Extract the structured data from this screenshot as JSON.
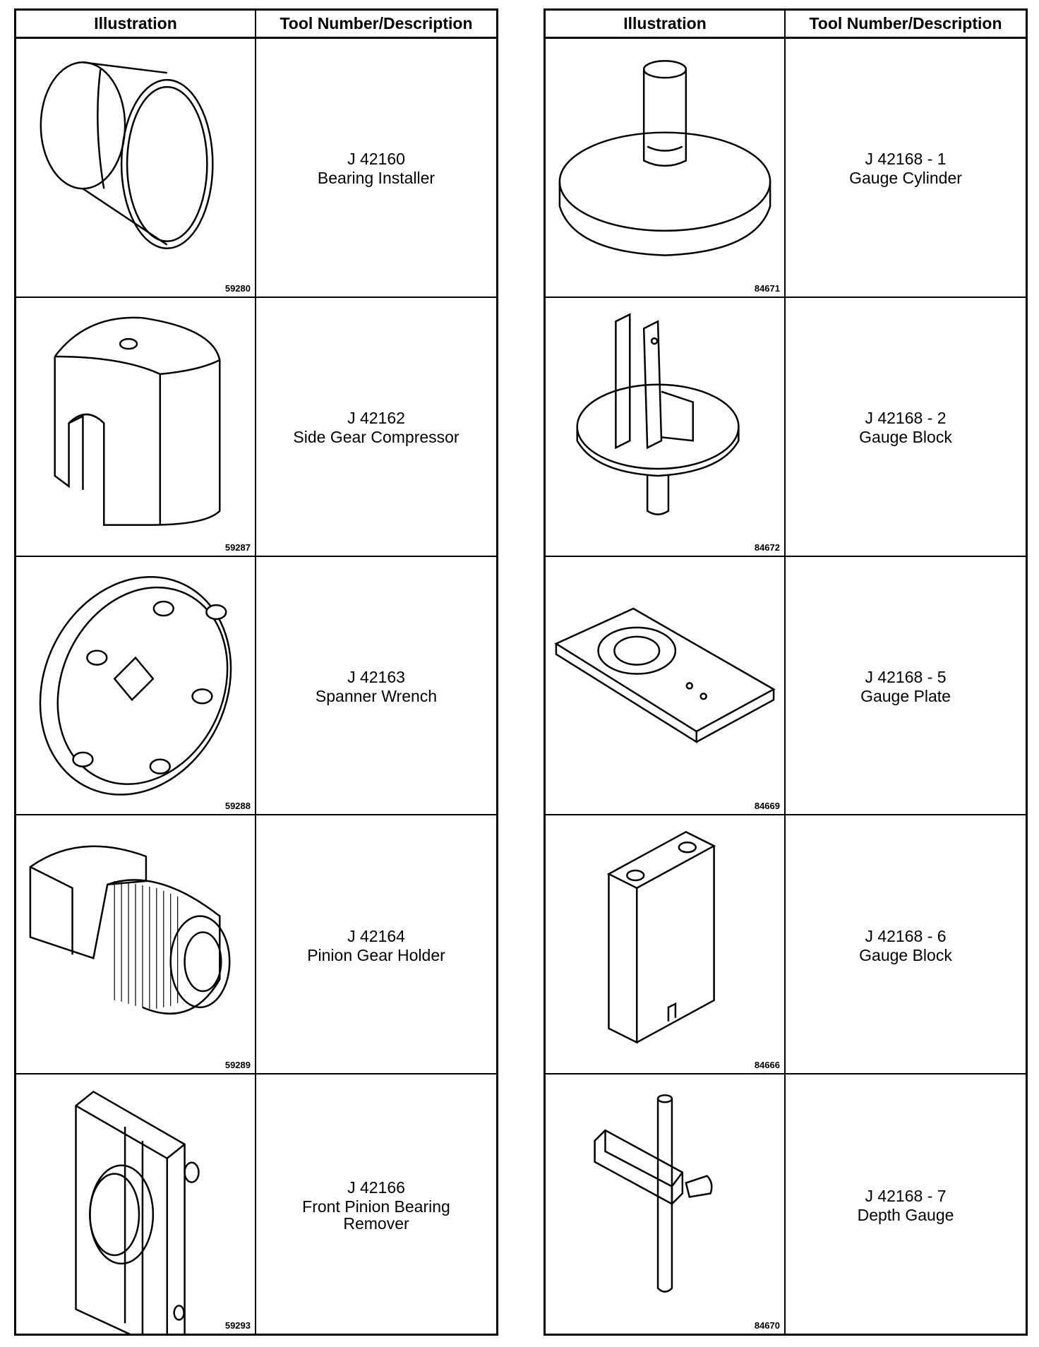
{
  "headers": {
    "illustration": "Illustration",
    "tool": "Tool Number/Description"
  },
  "left": [
    {
      "number": "J 42160",
      "name": "Bearing Installer",
      "figure": "59280",
      "icon": "bearing-installer-icon"
    },
    {
      "number": "J 42162",
      "name": "Side Gear Compressor",
      "figure": "59287",
      "icon": "side-gear-compressor-icon"
    },
    {
      "number": "J 42163",
      "name": "Spanner Wrench",
      "figure": "59288",
      "icon": "spanner-wrench-icon"
    },
    {
      "number": "J 42164",
      "name": "Pinion Gear Holder",
      "figure": "59289",
      "icon": "pinion-gear-holder-icon"
    },
    {
      "number": "J 42166",
      "name": "Front Pinion Bearing Remover",
      "figure": "59293",
      "icon": "front-pinion-bearing-remover-icon"
    }
  ],
  "right": [
    {
      "number": "J 42168 - 1",
      "name": "Gauge Cylinder",
      "figure": "84671",
      "icon": "gauge-cylinder-icon"
    },
    {
      "number": "J 42168 - 2",
      "name": "Gauge Block",
      "figure": "84672",
      "icon": "gauge-block-icon"
    },
    {
      "number": "J 42168 - 5",
      "name": "Gauge Plate",
      "figure": "84669",
      "icon": "gauge-plate-icon"
    },
    {
      "number": "J 42168 - 6",
      "name": "Gauge Block",
      "figure": "84666",
      "icon": "gauge-block-tall-icon"
    },
    {
      "number": "J 42168 - 7",
      "name": "Depth Gauge",
      "figure": "84670",
      "icon": "depth-gauge-icon"
    }
  ]
}
